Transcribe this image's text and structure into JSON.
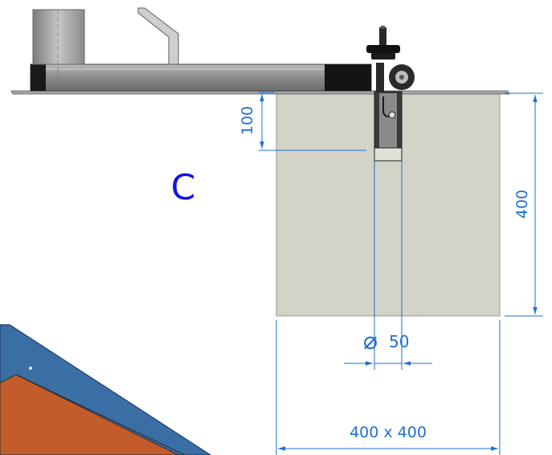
{
  "view_label": "C",
  "dimensions": {
    "offset_height": "100",
    "box_height": "400",
    "hole_diameter": "50",
    "box_size": "400 x 400"
  },
  "colors": {
    "dimension_line": "#1e6fd6",
    "view_label": "#1515e0",
    "box_fill": "#d3d3c8",
    "bar_fill": "#8c8c8c",
    "detail_blue": "#3a6fa6",
    "detail_orange": "#c25c2a"
  }
}
